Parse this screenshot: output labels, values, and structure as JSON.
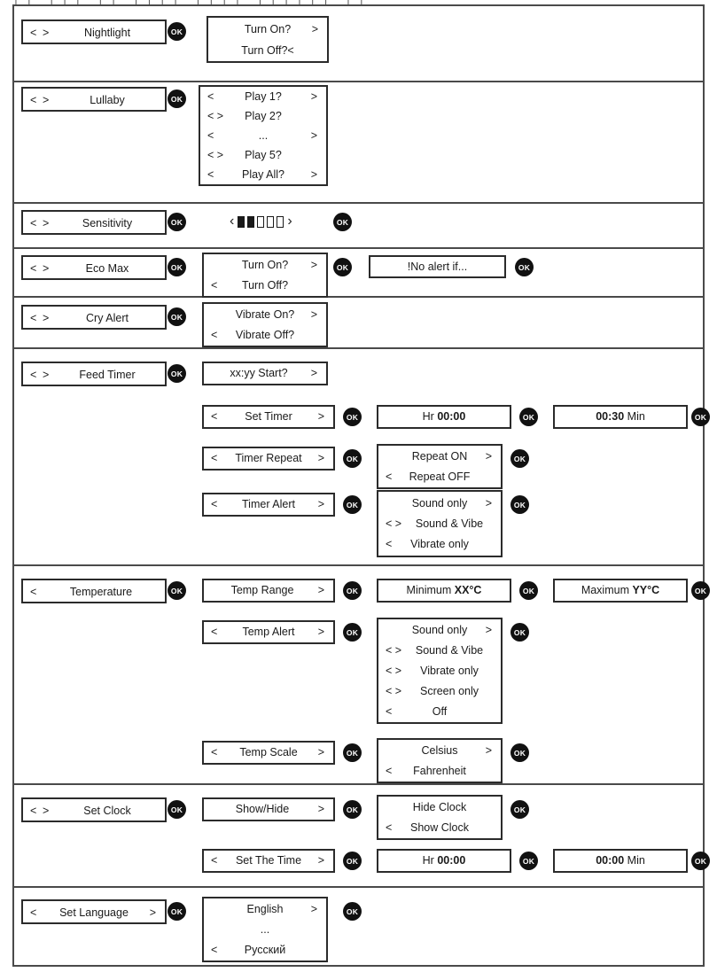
{
  "document": {
    "top_clipped_text": "╷╷ ╷╷╷ ╷╷ ╷╷╷╷ ╷╷╷╷ ╷╷╷╷╷╷ ╷╷",
    "ok_label": "OK"
  },
  "sensitivity_icon": {
    "left_chevron": "‹",
    "right_chevron": "›",
    "bars_total": 5,
    "bars_filled": 2
  },
  "sections": [
    {
      "id": "nightlight",
      "menu": {
        "left": "<",
        "right": ">",
        "label": "Nightlight"
      },
      "options": [
        {
          "left": "",
          "label": "Turn On?",
          "right": ">"
        },
        {
          "left": "",
          "label": "Turn Off?<",
          "right": ""
        }
      ]
    },
    {
      "id": "lullaby",
      "menu": {
        "left": "<",
        "right": ">",
        "label": "Lullaby"
      },
      "options": [
        {
          "left": "<",
          "label": "Play 1?",
          "right": ">"
        },
        {
          "left": "< >",
          "label": "Play 2?",
          "right": ""
        },
        {
          "left": "<",
          "label": "...",
          "right": ">"
        },
        {
          "left": "< >",
          "label": "Play 5?",
          "right": ""
        },
        {
          "left": "<",
          "label": "Play All?",
          "right": ">"
        }
      ]
    },
    {
      "id": "sensitivity",
      "menu": {
        "left": "<",
        "right": ">",
        "label": "Sensitivity"
      }
    },
    {
      "id": "eco-max",
      "menu": {
        "left": "<",
        "right": ">",
        "label": "Eco Max"
      },
      "options": [
        {
          "left": "",
          "label": "Turn On?",
          "right": ">"
        },
        {
          "left": "<",
          "label": "Turn Off?",
          "right": ""
        }
      ],
      "note": "!No alert if..."
    },
    {
      "id": "cry-alert",
      "menu": {
        "left": "<",
        "right": ">",
        "label": "Cry Alert"
      },
      "options": [
        {
          "left": "",
          "label": "Vibrate On?",
          "right": ">"
        },
        {
          "left": "<",
          "label": "Vibrate Off?",
          "right": ""
        }
      ]
    },
    {
      "id": "feed-timer",
      "menu": {
        "left": "<",
        "right": ">",
        "label": "Feed Timer"
      },
      "start": {
        "label": "xx:yy Start?",
        "right": ">"
      },
      "sub": [
        {
          "id": "set-timer",
          "title": {
            "left": "<",
            "label": "Set Timer",
            "right": ">"
          },
          "value_hr": {
            "prefix": "Hr",
            "value": "00:00"
          },
          "value_min": {
            "value": "00:30",
            "suffix": "Min"
          }
        },
        {
          "id": "timer-repeat",
          "title": {
            "left": "<",
            "label": "Timer Repeat",
            "right": ">"
          },
          "options": [
            {
              "left": "",
              "label": "Repeat ON",
              "right": ">"
            },
            {
              "left": "<",
              "label": "Repeat OFF",
              "right": ""
            }
          ]
        },
        {
          "id": "timer-alert",
          "title": {
            "left": "<",
            "label": "Timer Alert",
            "right": ">"
          },
          "options": [
            {
              "left": "",
              "label": "Sound only",
              "right": ">"
            },
            {
              "left": "< >",
              "label": "Sound & Vibe",
              "right": ""
            },
            {
              "left": "<",
              "label": "Vibrate only",
              "right": ""
            }
          ]
        }
      ]
    },
    {
      "id": "temperature",
      "menu": {
        "left": "<",
        "right": "",
        "label": "Temperature"
      },
      "sub": [
        {
          "id": "temp-range",
          "title": {
            "left": "",
            "label": "Temp Range",
            "right": ">"
          },
          "min": {
            "label": "Minimum",
            "value": "XX",
            "unit": "°C"
          },
          "max": {
            "label": "Maximum",
            "value": "YY",
            "unit": "°C"
          }
        },
        {
          "id": "temp-alert",
          "title": {
            "left": "<",
            "label": "Temp Alert",
            "right": ">"
          },
          "options": [
            {
              "left": "",
              "label": "Sound only",
              "right": ">"
            },
            {
              "left": "< >",
              "label": "Sound & Vibe",
              "right": ""
            },
            {
              "left": "< >",
              "label": "Vibrate only",
              "right": ""
            },
            {
              "left": "< >",
              "label": "Screen only",
              "right": ""
            },
            {
              "left": "<",
              "label": "Off",
              "right": ""
            }
          ]
        },
        {
          "id": "temp-scale",
          "title": {
            "left": "<",
            "label": "Temp Scale",
            "right": ">"
          },
          "options": [
            {
              "left": "",
              "label": "Celsius",
              "right": ">"
            },
            {
              "left": "<",
              "label": "Fahrenheit",
              "right": ""
            }
          ]
        }
      ]
    },
    {
      "id": "set-clock",
      "menu": {
        "left": "<",
        "right": ">",
        "label": "Set Clock"
      },
      "sub": [
        {
          "id": "show-hide",
          "title": {
            "left": "",
            "label": "Show/Hide",
            "right": ">"
          },
          "options": [
            {
              "left": "",
              "label": "Hide Clock",
              "right": ""
            },
            {
              "left": "<",
              "label": "Show Clock",
              "right": ""
            }
          ]
        },
        {
          "id": "set-the-time",
          "title": {
            "left": "<",
            "label": "Set The Time",
            "right": ">"
          },
          "value_hr": {
            "prefix": "Hr",
            "value": "00:00"
          },
          "value_min": {
            "value": "00:00",
            "suffix": "Min"
          }
        }
      ]
    },
    {
      "id": "set-language",
      "menu": {
        "left": "<",
        "right": ">",
        "label": "Set Language"
      },
      "options": [
        {
          "left": "",
          "label": "English",
          "right": ">"
        },
        {
          "left": "",
          "label": "...",
          "right": ""
        },
        {
          "left": "<",
          "label": "Русский",
          "right": ""
        }
      ]
    }
  ]
}
